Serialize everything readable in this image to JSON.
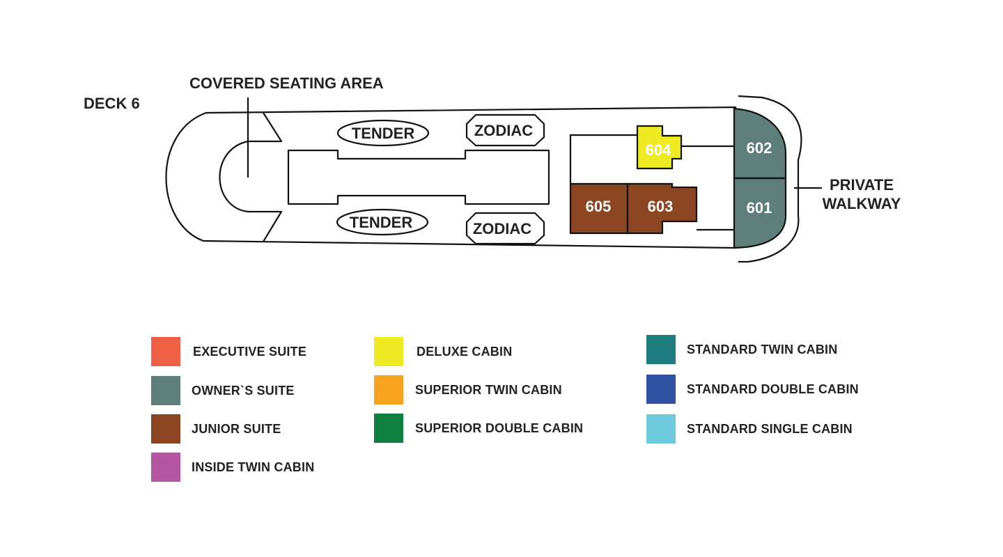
{
  "deck": {
    "title": "DECK 6",
    "covered_seating_label": "COVERED SEATING AREA",
    "private_walkway_line1": "PRIVATE",
    "private_walkway_line2": "WALKWAY",
    "tender_label": "TENDER",
    "zodiac_label": "ZODIAC"
  },
  "cabins": {
    "c602": {
      "number": "602",
      "category": "OWNER`S SUITE",
      "color": "#5e7e7c"
    },
    "c601": {
      "number": "601",
      "category": "OWNER`S SUITE",
      "color": "#5e7e7c"
    },
    "c604": {
      "number": "604",
      "category": "DELUXE CABIN",
      "color": "#eeea23"
    },
    "c605": {
      "number": "605",
      "category": "JUNIOR SUITE",
      "color": "#8b4520"
    },
    "c603": {
      "number": "603",
      "category": "JUNIOR SUITE",
      "color": "#8b4520"
    }
  },
  "legend": {
    "executive_suite": {
      "label": "EXECUTIVE SUITE",
      "color": "#ee5f46"
    },
    "owners_suite": {
      "label": "OWNER`S SUITE",
      "color": "#5e7e7c"
    },
    "junior_suite": {
      "label": "JUNIOR SUITE",
      "color": "#8b4520"
    },
    "inside_twin": {
      "label": "INSIDE TWIN CABIN",
      "color": "#b656a3"
    },
    "deluxe": {
      "label": "DELUXE CABIN",
      "color": "#eeea23"
    },
    "superior_twin": {
      "label": "SUPERIOR TWIN CABIN",
      "color": "#f8a222"
    },
    "superior_double": {
      "label": "SUPERIOR DOUBLE CABIN",
      "color": "#0f7f3f"
    },
    "standard_twin": {
      "label": "STANDARD TWIN CABIN",
      "color": "#1f7d80"
    },
    "standard_double": {
      "label": "STANDARD DOUBLE CABIN",
      "color": "#3152a3"
    },
    "standard_single": {
      "label": "STANDARD SINGLE CABIN",
      "color": "#6fcadb"
    }
  }
}
